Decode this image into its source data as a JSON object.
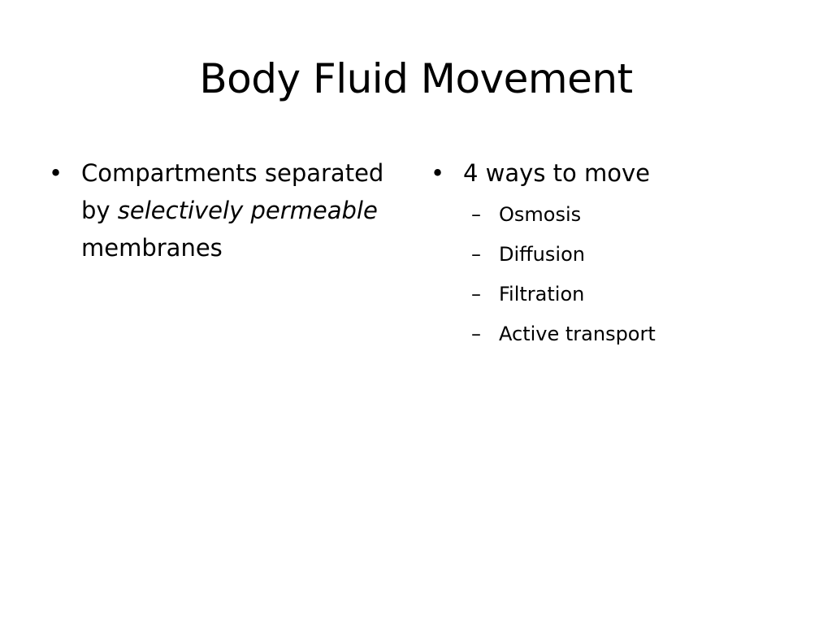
{
  "slide": {
    "title": "Body Fluid Movement",
    "left_column": {
      "bullet_mark": "•",
      "text_part1": "Compartments separated by ",
      "text_italic1": "selectively permeable",
      "text_part2": " membranes"
    },
    "right_column": {
      "bullet_mark": "•",
      "text": "4 ways to move",
      "sub_mark": "–",
      "sub_items": [
        "Osmosis",
        "Diffusion",
        "Filtration",
        "Active transport"
      ]
    }
  }
}
